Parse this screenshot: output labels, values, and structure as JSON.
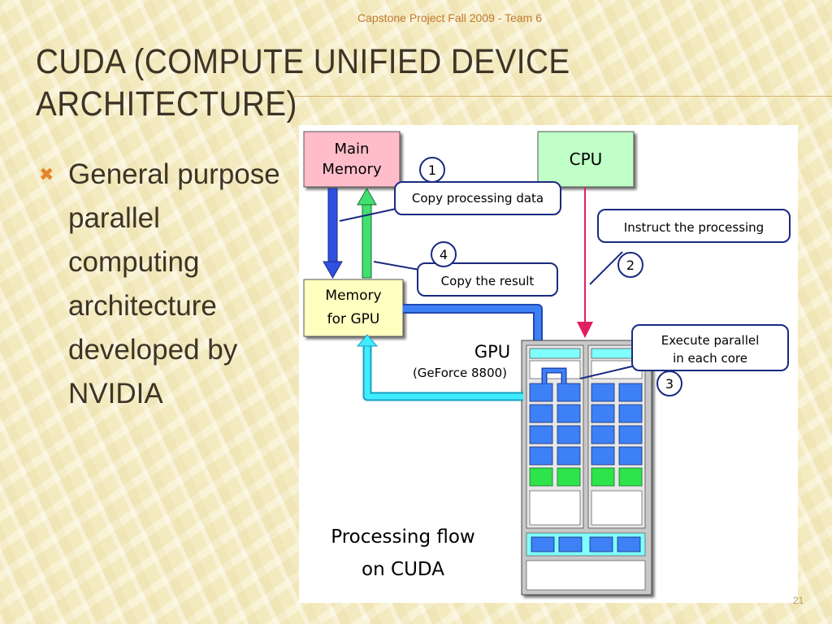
{
  "slide": {
    "header": "Capstone Project Fall 2009 - Team 6",
    "title_line1": "CUDA (COMPUTE UNIFIED DEVICE",
    "title_line2": "ARCHITECTURE)",
    "bullet": "General purpose parallel computing architecture developed by NVIDIA",
    "bullet_icon": "cross-bullet-icon",
    "page_number": "21"
  },
  "diagram": {
    "main_memory_line1": "Main",
    "main_memory_line2": "Memory",
    "cpu": "CPU",
    "gpu_memory_line1": "Memory",
    "gpu_memory_line2": "for GPU",
    "gpu_label": "GPU",
    "gpu_model": "(GeForce 8800)",
    "step1": {
      "num": "1",
      "text": "Copy processing data"
    },
    "step2": {
      "num": "2",
      "text": "Instruct the processing"
    },
    "step3": {
      "num": "3",
      "text_line1": "Execute parallel",
      "text_line2": "in each core"
    },
    "step4": {
      "num": "4",
      "text": "Copy the result"
    },
    "caption_line1": "Processing flow",
    "caption_line2": "on CUDA",
    "colors": {
      "main_memory": "#ffbdca",
      "cpu": "#c0ffc8",
      "gpu_memory": "#ffffc0",
      "core_blue": "#3e80f5",
      "core_green": "#2ee44a",
      "arrow_blue": "#3050e0",
      "arrow_green": "#40e070",
      "arrow_cyan": "#40ecff",
      "arrow_red": "#e02060"
    }
  }
}
